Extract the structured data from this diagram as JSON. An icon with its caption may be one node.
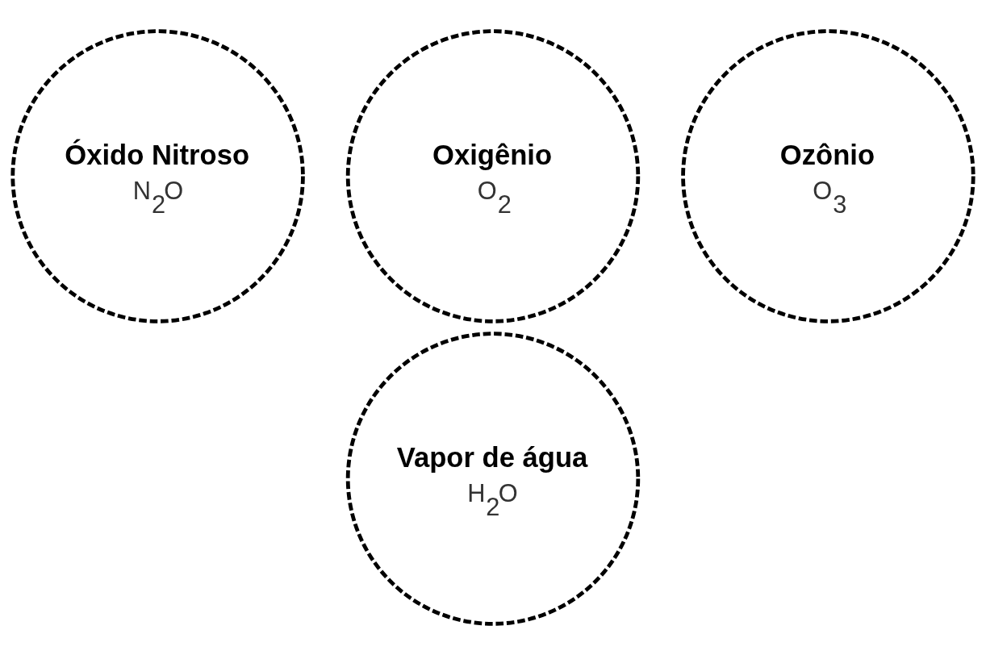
{
  "diagram": {
    "nodes": [
      {
        "text": [
          "Óxido Nitroso",
          "N$_{2}$O"
        ]
      },
      {
        "text": [
          "Oxigênio",
          "O$_{2}$"
        ]
      },
      {
        "text": [
          "Ozônio",
          "O$_{3}$"
        ]
      },
      {
        "text": [
          "Vapor de água",
          "H$_{2}$O"
        ]
      }
    ],
    "edges": []
  }
}
